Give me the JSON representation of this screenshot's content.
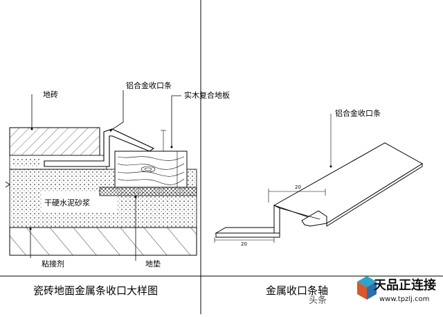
{
  "left_detail": {
    "labels": {
      "floor_tile": "地砖",
      "aluminum_strip": "铝合金收口条",
      "wood_floor": "实木复合地板",
      "dry_mortar": "干硬水泥砂浆",
      "adhesive": "粘接剂",
      "underlay": "地垫"
    },
    "caption": "瓷砖地面金属条收口大样图"
  },
  "right_detail": {
    "labels": {
      "aluminum_strip": "铝合金收口条"
    },
    "dims": {
      "top": "20",
      "bottom": "20"
    },
    "caption": "金属收口条轴"
  },
  "watermark": {
    "source": "头条",
    "logo_text": "天品正连接",
    "logo_url": "www.tpzlj.com"
  }
}
